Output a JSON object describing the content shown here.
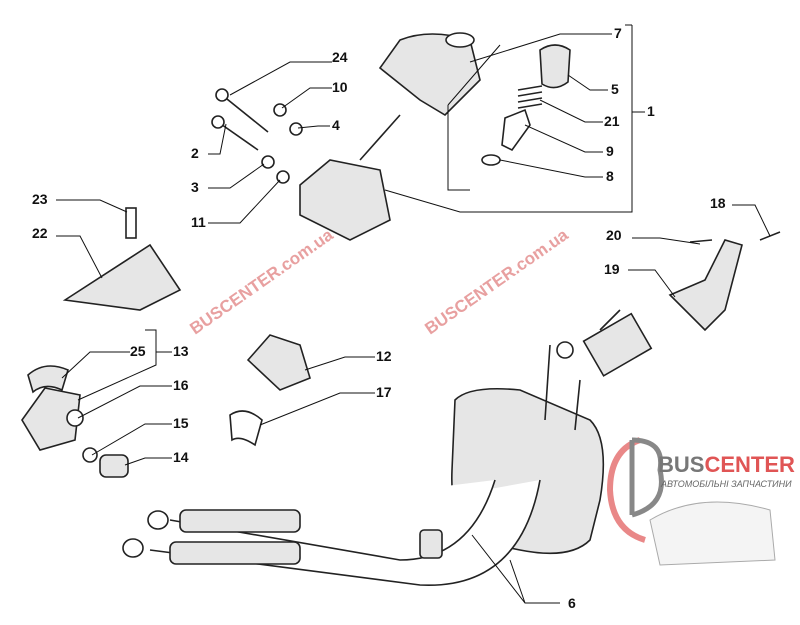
{
  "diagram": {
    "title": "Gear shift mechanism exploded parts diagram",
    "callouts": [
      "24",
      "10",
      "4",
      "2",
      "3",
      "11",
      "23",
      "22",
      "7",
      "5",
      "21",
      "1",
      "9",
      "8",
      "18",
      "20",
      "19",
      "25",
      "13",
      "16",
      "15",
      "14",
      "12",
      "17",
      "6"
    ]
  },
  "watermark": {
    "text": "BUSCENTER.com.ua"
  },
  "logo": {
    "brand_part1": "BUS",
    "brand_part2": "CENTER",
    "subtitle": "АВТОМОБІЛЬНІ ЗАПЧАСТИНИ",
    "accent": "#e05555",
    "gray": "#777777"
  }
}
